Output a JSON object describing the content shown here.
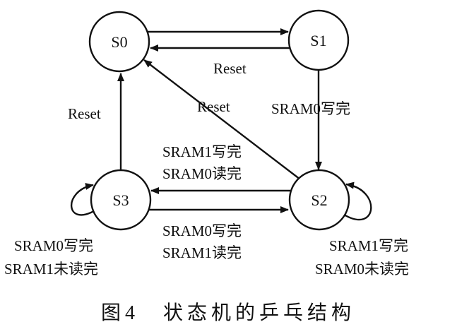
{
  "states": [
    {
      "id": "S0",
      "label": "S0"
    },
    {
      "id": "S1",
      "label": "S1"
    },
    {
      "id": "S2",
      "label": "S2"
    },
    {
      "id": "S3",
      "label": "S3"
    }
  ],
  "transitions": [
    {
      "from": "S0",
      "to": "S1",
      "label": ""
    },
    {
      "from": "S1",
      "to": "S0",
      "label": "Reset"
    },
    {
      "from": "S1",
      "to": "S2",
      "label": "SRAM0写完"
    },
    {
      "from": "S2",
      "to": "S0",
      "label": "Reset"
    },
    {
      "from": "S3",
      "to": "S0",
      "label": "Reset"
    },
    {
      "from": "S2",
      "to": "S3",
      "label_lines": [
        "SRAM1写完",
        "SRAM0读完"
      ]
    },
    {
      "from": "S3",
      "to": "S2",
      "label_lines": [
        "SRAM0写完",
        "SRAM1读完"
      ]
    },
    {
      "from": "S3",
      "to": "S3",
      "label_lines": [
        "SRAM0写完",
        "SRAM1未读完"
      ]
    },
    {
      "from": "S2",
      "to": "S2",
      "label_lines": [
        "SRAM1写完",
        "SRAM0未读完"
      ]
    }
  ],
  "caption": "图4　状态机的乒乓结构"
}
